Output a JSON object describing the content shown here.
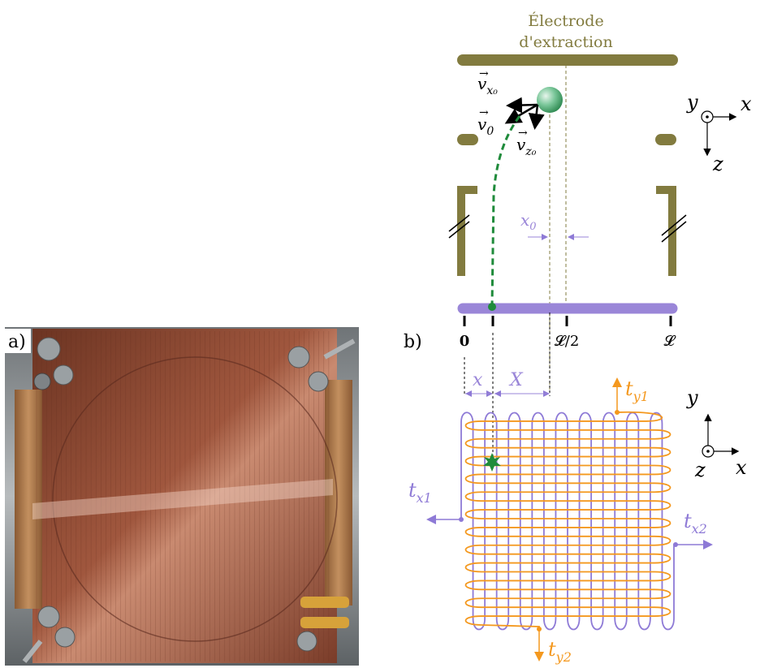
{
  "panel_a": {
    "label": "a)"
  },
  "panel_b": {
    "label": "b)",
    "electrode_title_line1": "Électrode",
    "electrode_title_line2": "d'extraction",
    "ticks": [
      "0",
      "𝓛/2",
      "𝓛"
    ],
    "labels": {
      "vx0": "v⃗x₀",
      "v0": "v⃗₀",
      "vz0": "v⃗z₀",
      "x0": "x₀",
      "x_small": "x",
      "X_big": "X",
      "tx1": "tx1",
      "tx2": "tx2",
      "ty1": "ty1",
      "ty2": "ty2"
    },
    "axes_top": {
      "y": "y",
      "x": "x",
      "z": "z"
    },
    "axes_bottom": {
      "y": "y",
      "x": "x",
      "z": "z"
    }
  },
  "colors": {
    "electrode": "#827b3f",
    "detector": "#9a86d8",
    "wire_x": "#8e7ad6",
    "wire_y": "#f4981e",
    "trajectory": "#1f8b3b",
    "photo_copper": "#8a4a2e",
    "photo_frame": "#9ea3a6"
  }
}
